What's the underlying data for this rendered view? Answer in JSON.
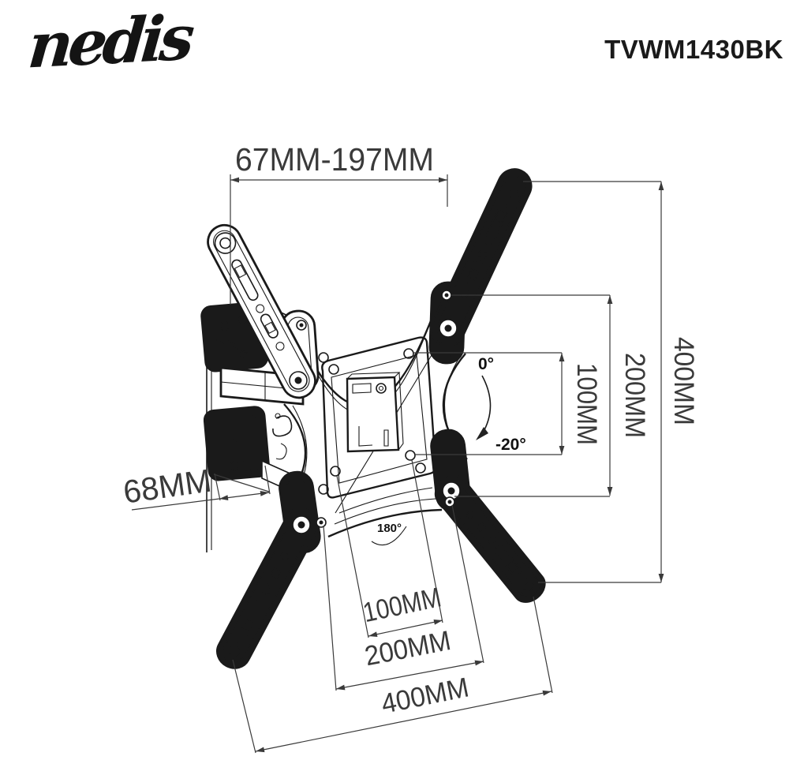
{
  "header": {
    "logo_text": "nedis",
    "product_code": "TVWM1430BK"
  },
  "drawing": {
    "title_dimension": "67MM-197MM",
    "depth_dimension": "68MM",
    "vertical_dimensions": {
      "outer": "400MM",
      "middle": "200MM",
      "inner": "100MM"
    },
    "bottom_dimensions": {
      "inner": "100MM",
      "middle": "200MM",
      "outer": "400MM"
    },
    "angle_labels": {
      "tilt_max": "0°",
      "tilt_min": "-20°",
      "swivel": "180°"
    }
  },
  "colors": {
    "ink": "#1a1a1a",
    "dimension_line": "#3a3a3a",
    "background": "#ffffff"
  }
}
